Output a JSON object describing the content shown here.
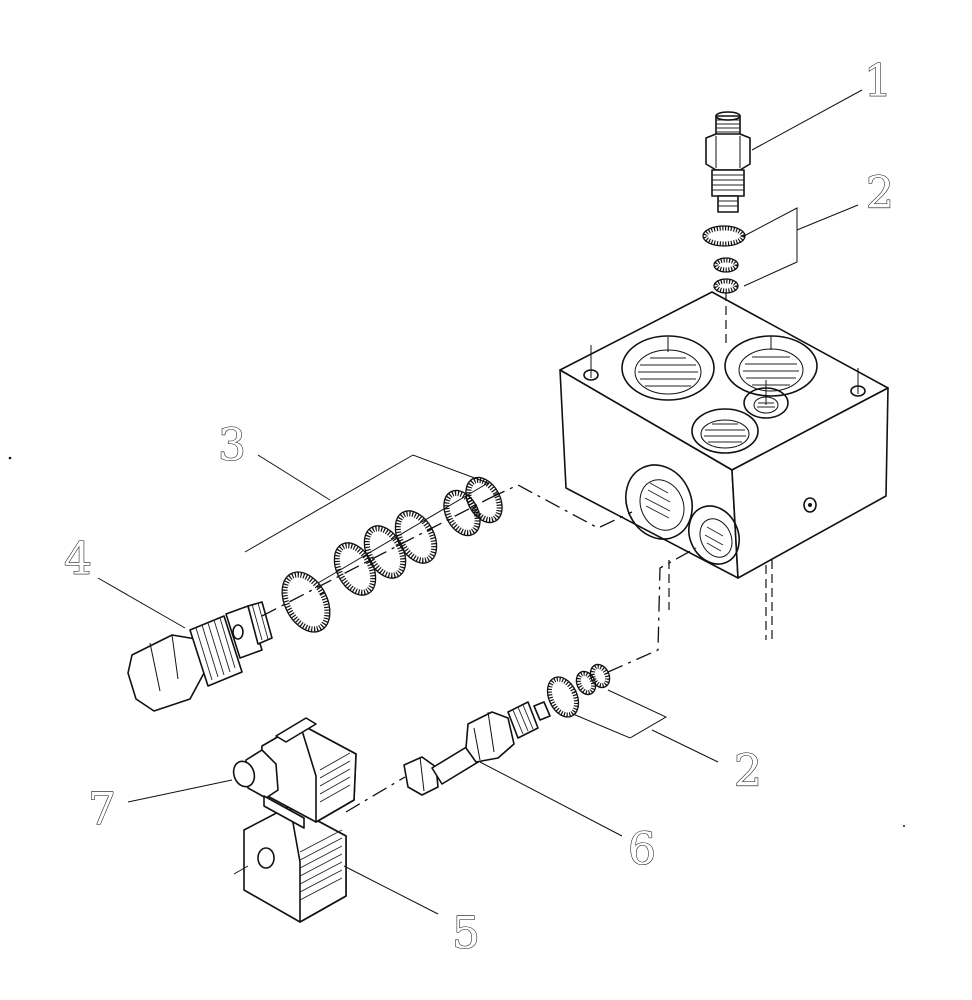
{
  "diagram": {
    "callouts": [
      {
        "id": "c1",
        "label": "1"
      },
      {
        "id": "c2a",
        "label": "2"
      },
      {
        "id": "c3",
        "label": "3"
      },
      {
        "id": "c4",
        "label": "4"
      },
      {
        "id": "c2b",
        "label": "2"
      },
      {
        "id": "c7",
        "label": "7"
      },
      {
        "id": "c6",
        "label": "6"
      },
      {
        "id": "c5",
        "label": "5"
      }
    ],
    "parts": [
      "valve-manifold-block",
      "cartridge-valve",
      "o-ring-seal-set",
      "relief-valve-cartridge",
      "solenoid-coil",
      "solenoid-valve-stem",
      "electrical-connector"
    ]
  }
}
